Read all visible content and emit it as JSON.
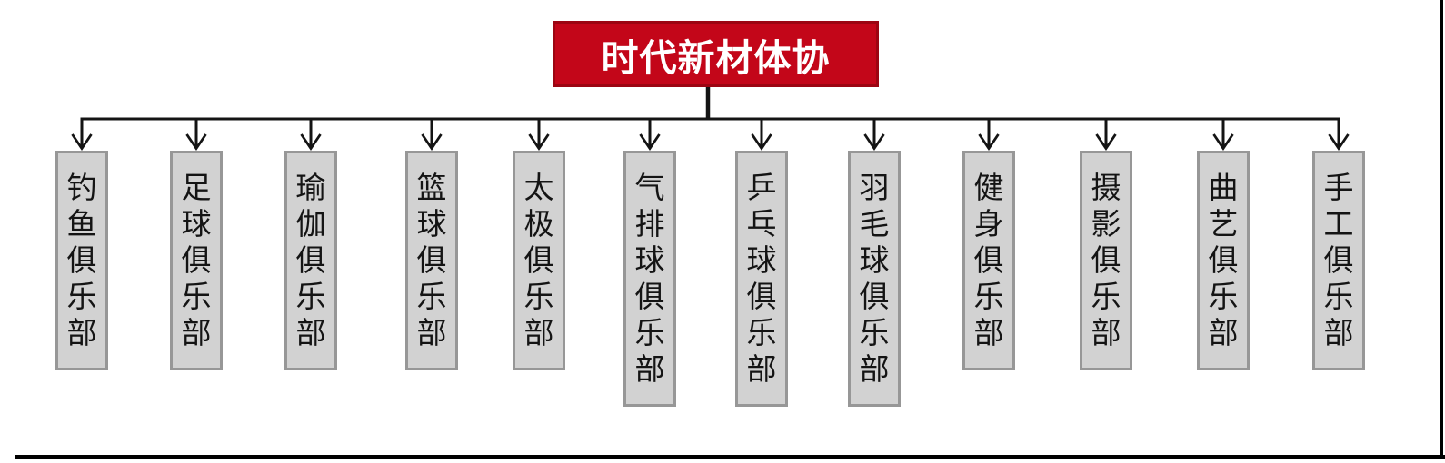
{
  "page": {
    "background": "#FFFFFF"
  },
  "org_chart": {
    "type": "org-chart",
    "root": {
      "label": "时代新材体协"
    },
    "children": [
      {
        "label": "钓鱼俱乐部"
      },
      {
        "label": "足球俱乐部"
      },
      {
        "label": "瑜伽俱乐部"
      },
      {
        "label": "篮球俱乐部"
      },
      {
        "label": "太极俱乐部"
      },
      {
        "label": "气排球俱乐部"
      },
      {
        "label": "乒乓球俱乐部"
      },
      {
        "label": "羽毛球俱乐部"
      },
      {
        "label": "健身俱乐部"
      },
      {
        "label": "摄影俱乐部"
      },
      {
        "label": "曲艺俱乐部"
      },
      {
        "label": "手工俱乐部"
      }
    ],
    "colors": {
      "root_fill": "#C30619",
      "root_border": "#9C0512",
      "root_text": "#FFFFFF",
      "child_fill": "#D2D2D2",
      "child_border": "#979797",
      "child_text": "#141414",
      "connector": "#141414",
      "frame": "#000000"
    }
  }
}
